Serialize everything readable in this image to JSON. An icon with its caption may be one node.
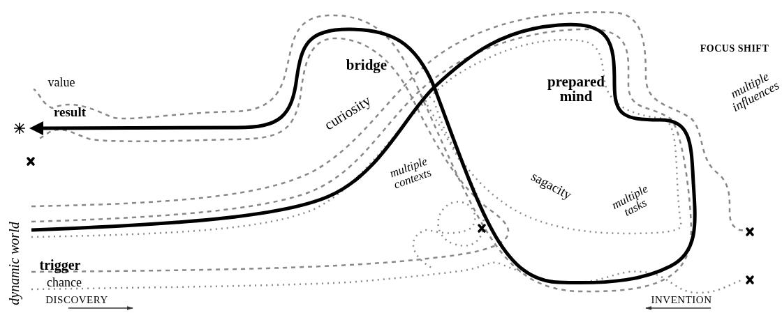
{
  "diagram": {
    "labels": [
      "bridge",
      "FOCUS SHIFT",
      "value",
      "prepared mind",
      "result",
      "curiosity",
      "multiple influences",
      "multiple contexts",
      "sagacity",
      "multiple tasks",
      "dynamic world",
      "trigger",
      "chance",
      "DISCOVERY",
      "INVENTION"
    ]
  }
}
